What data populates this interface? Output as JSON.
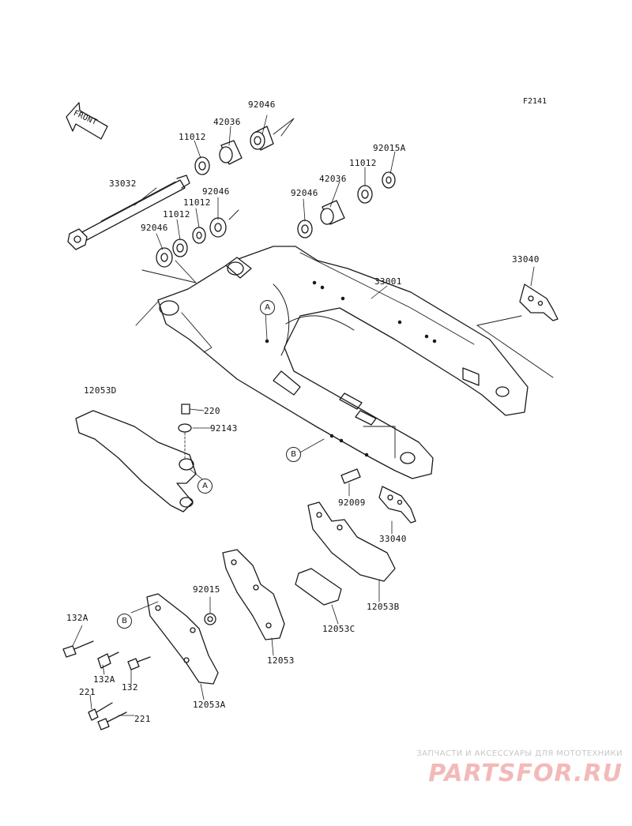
{
  "figure_code": "F2141",
  "front_label": "FRONT",
  "ref_markers": {
    "a": "A",
    "b": "B"
  },
  "parts": {
    "p92046_a": "92046",
    "p42036_a": "42036",
    "p11012_a": "11012",
    "p92015A": "92015A",
    "p11012_b": "11012",
    "p42036_b": "42036",
    "p92046_b": "92046",
    "p33032": "33032",
    "p92046_c": "92046",
    "p11012_c": "11012",
    "p11012_d": "11012",
    "p92046_d": "92046",
    "p33040_a": "33040",
    "p33001": "33001",
    "p12053D": "12053D",
    "p220": "220",
    "p92143": "92143",
    "p92009": "92009",
    "p33040_b": "33040",
    "p12053B": "12053B",
    "p92015": "92015",
    "p12053C": "12053C",
    "p12053": "12053",
    "p132A_a": "132A",
    "p132A_b": "132A",
    "p132": "132",
    "p221_a": "221",
    "p221_b": "221",
    "p12053A": "12053A"
  },
  "watermark": {
    "caption": "ЗАПЧАСТИ И АКСЕССУАРЫ ДЛЯ МОТОТЕХНИКИ",
    "logo": "PARTSFOR.RU"
  }
}
